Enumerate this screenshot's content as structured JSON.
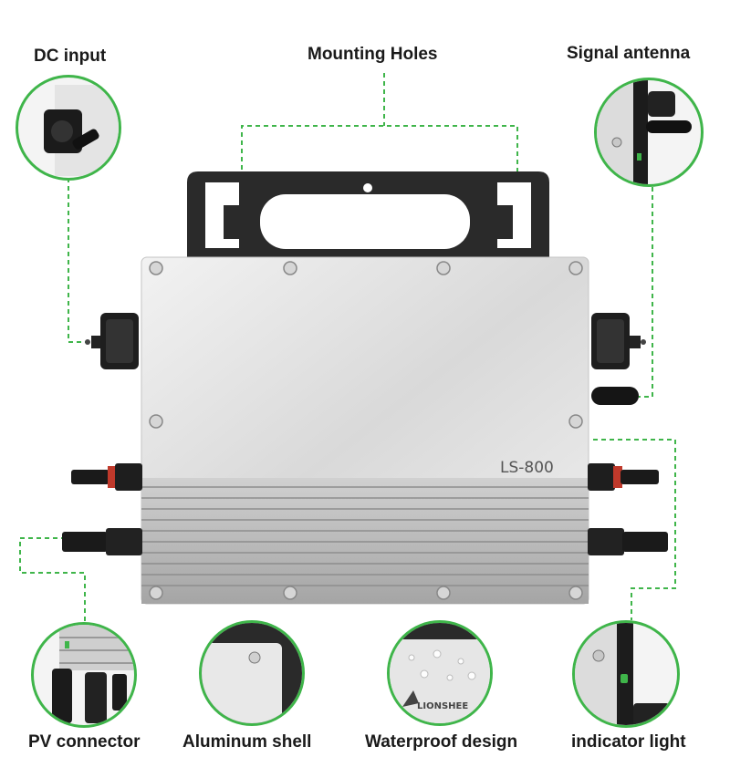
{
  "labels": {
    "dc_input": "DC input",
    "mounting_holes": "Mounting Holes",
    "signal_antenna": "Signal antenna",
    "pv_connector": "PV connector",
    "aluminum_shell": "Aluminum shell",
    "waterproof_design": "Waterproof design",
    "indicator_light": "indicator light"
  },
  "device": {
    "model": "LS-800",
    "brand": "LIONSHEE"
  },
  "colors": {
    "accent": "#3fb54a",
    "panel": "#e6e6e6",
    "fins": "#b9b9b9",
    "dark": "#1c1c1c"
  }
}
